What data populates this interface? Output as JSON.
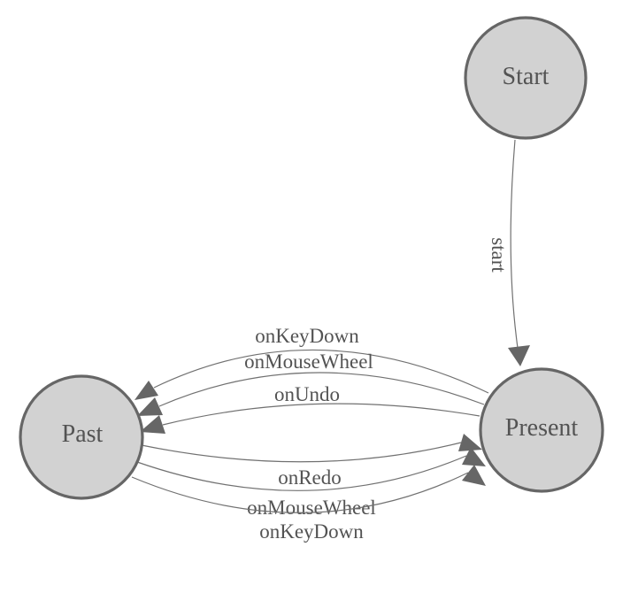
{
  "diagram": {
    "type": "state-machine",
    "colors": {
      "node_fill": "#d2d2d2",
      "node_stroke": "#666666",
      "edge_stroke": "#717171",
      "arrow_fill": "#666666",
      "label_color": "#535353",
      "background": "#ffffff"
    },
    "nodes": [
      {
        "id": "start",
        "label": "Start"
      },
      {
        "id": "past",
        "label": "Past"
      },
      {
        "id": "present",
        "label": "Present"
      }
    ],
    "edges": [
      {
        "from": "Start",
        "to": "Present",
        "label": "start"
      },
      {
        "from": "Present",
        "to": "Past",
        "label": "onKeyDown"
      },
      {
        "from": "Present",
        "to": "Past",
        "label": "onMouseWheel"
      },
      {
        "from": "Present",
        "to": "Past",
        "label": "onUndo"
      },
      {
        "from": "Past",
        "to": "Present",
        "label": "onRedo"
      },
      {
        "from": "Past",
        "to": "Present",
        "label": "onMouseWheel"
      },
      {
        "from": "Past",
        "to": "Present",
        "label": "onKeyDown"
      }
    ]
  }
}
